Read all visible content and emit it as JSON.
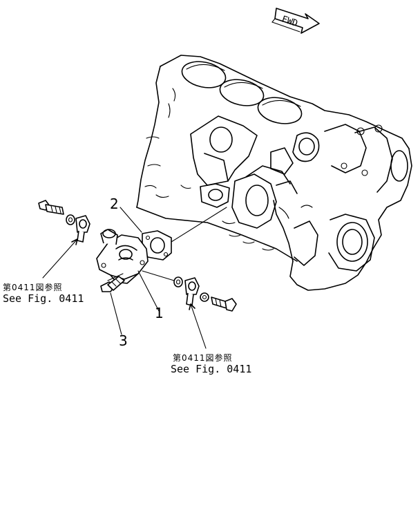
{
  "direction_indicator": {
    "label": "FWD"
  },
  "callouts": [
    {
      "id": "1",
      "label": "1"
    },
    {
      "id": "2",
      "label": "2"
    },
    {
      "id": "3",
      "label": "3"
    }
  ],
  "references": [
    {
      "jp": "第0411図参照",
      "en": "See Fig. 0411"
    },
    {
      "jp": "第0411図参照",
      "en": "See Fig. 0411"
    }
  ]
}
